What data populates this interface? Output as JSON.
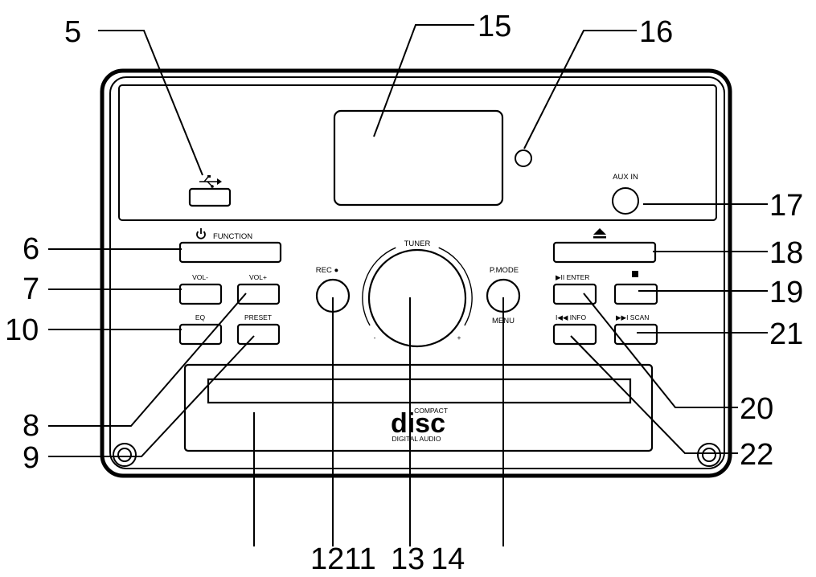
{
  "panel_labels": {
    "function": "FUNCTION",
    "vol_minus": "VOL-",
    "vol_plus": "VOL+",
    "eq": "EQ",
    "preset": "PRESET",
    "rec": "REC ●",
    "tuner": "TUNER",
    "pmode": "P.MODE",
    "menu": "MENU",
    "enter": "▶II ENTER",
    "info": "I◀◀ INFO",
    "scan": "▶▶I SCAN",
    "aux_in": "AUX IN",
    "cd_compact": "COMPACT",
    "cd_digital": "DIGITAL AUDIO"
  },
  "callouts": {
    "c5": "5",
    "c6": "6",
    "c7": "7",
    "c8": "8",
    "c9": "9",
    "c10": "10",
    "c1211": "1211",
    "c13": "13",
    "c14": "14",
    "c15": "15",
    "c16": "16",
    "c17": "17",
    "c18": "18",
    "c19": "19",
    "c20": "20",
    "c21": "21",
    "c22": "22"
  }
}
